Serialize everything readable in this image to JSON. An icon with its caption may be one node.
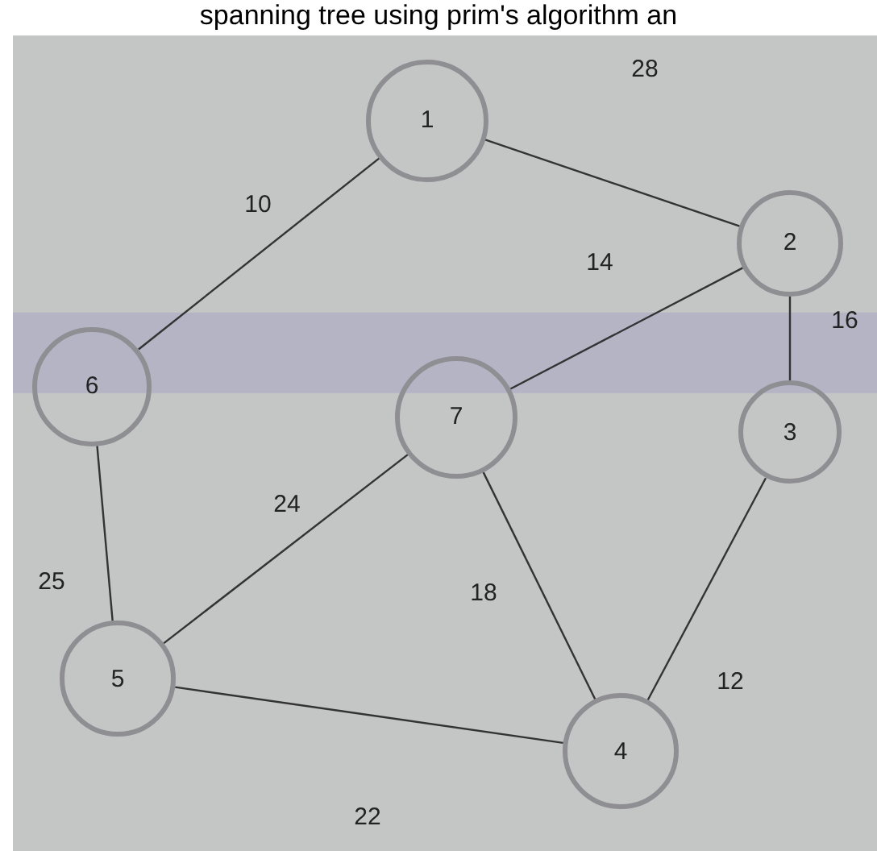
{
  "diagram": {
    "title": "spanning tree using prim's algorithm an",
    "nodes": [
      {
        "text": [
          "1"
        ]
      },
      {
        "text": [
          "2"
        ]
      },
      {
        "text": [
          "6"
        ]
      },
      {
        "text": [
          "7"
        ]
      },
      {
        "text": [
          "3"
        ]
      },
      {
        "text": [
          "5"
        ]
      },
      {
        "text": [
          "4"
        ]
      }
    ],
    "edges": [
      {
        "from": 0,
        "to": 1,
        "arrow": "none",
        "label": "28"
      },
      {
        "from": 0,
        "to": 2,
        "arrow": "none",
        "label": "10"
      },
      {
        "from": 3,
        "to": 1,
        "arrow": "none",
        "label": "14"
      },
      {
        "from": 1,
        "to": 4,
        "arrow": "none",
        "label": "16"
      },
      {
        "from": 2,
        "to": 5,
        "arrow": "none",
        "label": "25"
      },
      {
        "from": 3,
        "to": 5,
        "arrow": "none",
        "label": "24"
      },
      {
        "from": 3,
        "to": 6,
        "arrow": "none",
        "label": "18"
      },
      {
        "from": 4,
        "to": 6,
        "arrow": "none",
        "label": "12"
      },
      {
        "from": 5,
        "to": 6,
        "arrow": "none",
        "label": "22"
      }
    ]
  }
}
